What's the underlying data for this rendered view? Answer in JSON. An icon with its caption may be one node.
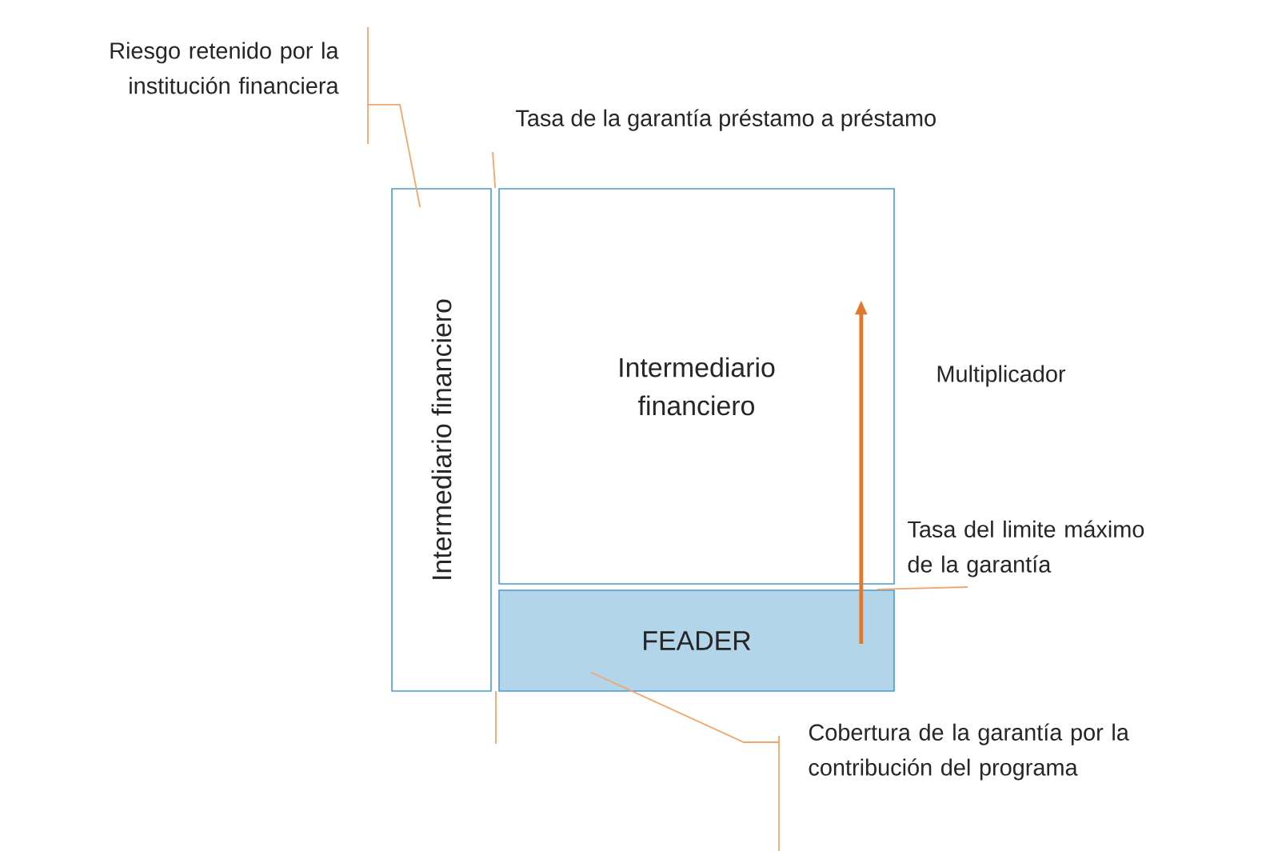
{
  "diagram": {
    "nodes": [
      {
        "text": [
          "Intermediario financiero"
        ]
      },
      {
        "text": [
          "Intermediario financiero"
        ]
      },
      {
        "text": [
          "FEADER"
        ]
      },
      {
        "text": [
          "Riesgo retenido por la institución financiera"
        ]
      },
      {
        "text": [
          "Tasa de la garantía préstamo a préstamo"
        ]
      },
      {
        "text": [
          "Tasa del limite máximo de la garantía"
        ]
      },
      {
        "text": [
          "Cobertura de la garantía por la contribución del programa"
        ]
      }
    ],
    "edges": [
      {
        "from": 3,
        "to": 0,
        "arrow": "none"
      },
      {
        "from": 4,
        "to": 1,
        "arrow": "none"
      },
      {
        "from": 5,
        "to": 1,
        "arrow": "none"
      },
      {
        "from": 6,
        "to": 2,
        "arrow": "none"
      },
      {
        "from": 2,
        "to": 1,
        "arrow": "to",
        "style": "thick",
        "color": "#e0782e"
      }
    ],
    "labels": [
      "Multiplicador"
    ]
  }
}
